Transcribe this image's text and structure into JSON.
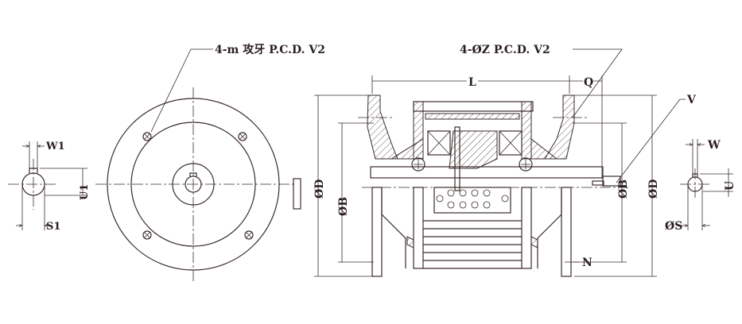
{
  "title": "Motor clutch/brake dimension drawing",
  "labels": {
    "tapped_holes": "4-m 攻牙 P.C.D. V2",
    "through_holes": "4-ØZ P.C.D. V2",
    "length": "L",
    "shaft_extension": "Q",
    "pcd": "V",
    "key_width_input": "W1",
    "key_height_input": "U1",
    "bore_input": "S1",
    "outer_diameter_left": "ØD",
    "pilot_diameter_left": "ØB",
    "pilot_diameter_right": "ØB",
    "outer_diameter_right": "ØD",
    "key_width_output": "W",
    "key_height_output": "U",
    "shaft_output": "ØS",
    "flange_thickness": "N"
  },
  "colors": {
    "line": "#3b2b2b",
    "background": "#ffffff"
  }
}
